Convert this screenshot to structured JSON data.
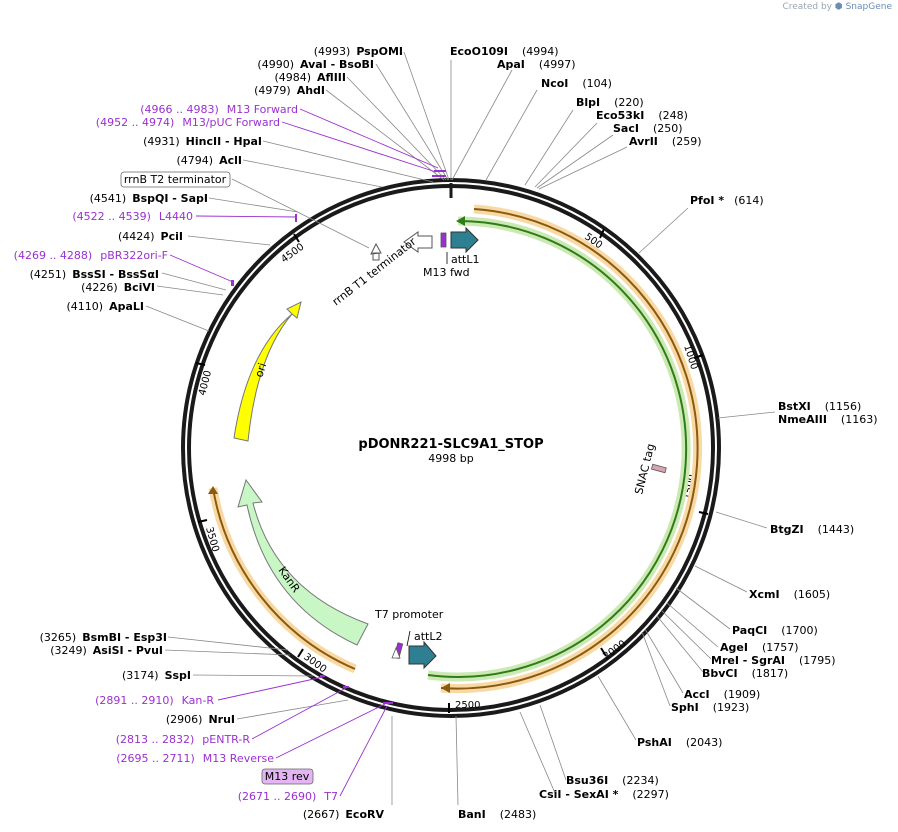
{
  "plasmid": {
    "name": "pDONR221-SLC9A1_STOP",
    "length": "4998 bp",
    "total_bp": 4998
  },
  "watermark": {
    "prefix": "Created by",
    "brand": "SnapGene"
  },
  "ticks": [
    "500",
    "1000",
    "1500",
    "2000",
    "2500",
    "3000",
    "3500",
    "4000",
    "4500"
  ],
  "sites_right": [
    {
      "name": "EcoO109I",
      "pos": "(4994)"
    },
    {
      "name": "ApaI",
      "pos": "(4997)"
    },
    {
      "name": "NcoI",
      "pos": "(104)"
    },
    {
      "name": "BlpI",
      "pos": "(220)"
    },
    {
      "name": "Eco53kI",
      "pos": "(248)"
    },
    {
      "name": "SacI",
      "pos": "(250)"
    },
    {
      "name": "AvrII",
      "pos": "(259)"
    },
    {
      "name": "PfoI *",
      "pos": "(614)"
    },
    {
      "name": "BstXI",
      "pos": "(1156)"
    },
    {
      "name": "NmeAIII",
      "pos": "(1163)"
    },
    {
      "name": "BtgZI",
      "pos": "(1443)"
    },
    {
      "name": "XcmI",
      "pos": "(1605)"
    },
    {
      "name": "PaqCI",
      "pos": "(1700)"
    },
    {
      "name": "AgeI",
      "pos": "(1757)"
    },
    {
      "name": "MreI - SgrAI",
      "pos": "(1795)"
    },
    {
      "name": "BbvCI",
      "pos": "(1817)"
    },
    {
      "name": "AccI",
      "pos": "(1909)"
    },
    {
      "name": "SphI",
      "pos": "(1923)"
    },
    {
      "name": "PshAI",
      "pos": "(2043)"
    },
    {
      "name": "Bsu36I",
      "pos": "(2234)"
    },
    {
      "name": "CsiI - SexAI *",
      "pos": "(2297)"
    },
    {
      "name": "BanI",
      "pos": "(2483)"
    }
  ],
  "sites_left": [
    {
      "name": "PspOMI",
      "pos": "(4993)"
    },
    {
      "name": "AvaI - BsoBI",
      "pos": "(4990)"
    },
    {
      "name": "AflIII",
      "pos": "(4984)"
    },
    {
      "name": "AhdI",
      "pos": "(4979)"
    },
    {
      "name": "HincII - HpaI",
      "pos": "(4931)"
    },
    {
      "name": "AclI",
      "pos": "(4794)"
    },
    {
      "name": "BspQI - SapI",
      "pos": "(4541)"
    },
    {
      "name": "PciI",
      "pos": "(4424)"
    },
    {
      "name": "BssSI - BssSαI",
      "pos": "(4251)"
    },
    {
      "name": "BciVI",
      "pos": "(4226)"
    },
    {
      "name": "ApaLI",
      "pos": "(4110)"
    },
    {
      "name": "BsmBI - Esp3I",
      "pos": "(3265)"
    },
    {
      "name": "AsiSI - PvuI",
      "pos": "(3249)"
    },
    {
      "name": "SspI",
      "pos": "(3174)"
    },
    {
      "name": "NruI",
      "pos": "(2906)"
    },
    {
      "name": "EcoRV",
      "pos": "(2667)"
    }
  ],
  "primers": [
    {
      "name": "M13 Forward",
      "range": "(4966 .. 4983)"
    },
    {
      "name": "M13/pUC Forward",
      "range": "(4952 .. 4974)"
    },
    {
      "name": "L4440",
      "range": "(4522 .. 4539)"
    },
    {
      "name": "pBR322ori-F",
      "range": "(4269 .. 4288)"
    },
    {
      "name": "Kan-R",
      "range": "(2891 .. 2910)"
    },
    {
      "name": "pENTR-R",
      "range": "(2813 .. 2832)"
    },
    {
      "name": "M13 Reverse",
      "range": "(2695 .. 2711)"
    },
    {
      "name": "T7",
      "range": "(2671 .. 2690)"
    }
  ],
  "boxed_labels": {
    "terminator": "rrnB T2 terminator",
    "m13rev": "M13 rev"
  },
  "features": {
    "rrnb_t1": "rrnB T1 terminator",
    "m13fwd": "M13 fwd",
    "attl1": "attL1",
    "snac": "SNAC tag",
    "ori": "ori",
    "kanr": "KanR",
    "t7": "T7 promoter",
    "attl2": "attL2"
  },
  "colors": {
    "backbone": "#1a1a1a",
    "ori": "#ffff00",
    "kanr": "#c8f7c5",
    "att": "#2e7f91",
    "primer": "#9b30d0",
    "orf_orange": "#f5b041",
    "orf_green": "#a4dd6b",
    "snac": "#d9a4b0",
    "promoter_box": "#e3b5f2"
  }
}
